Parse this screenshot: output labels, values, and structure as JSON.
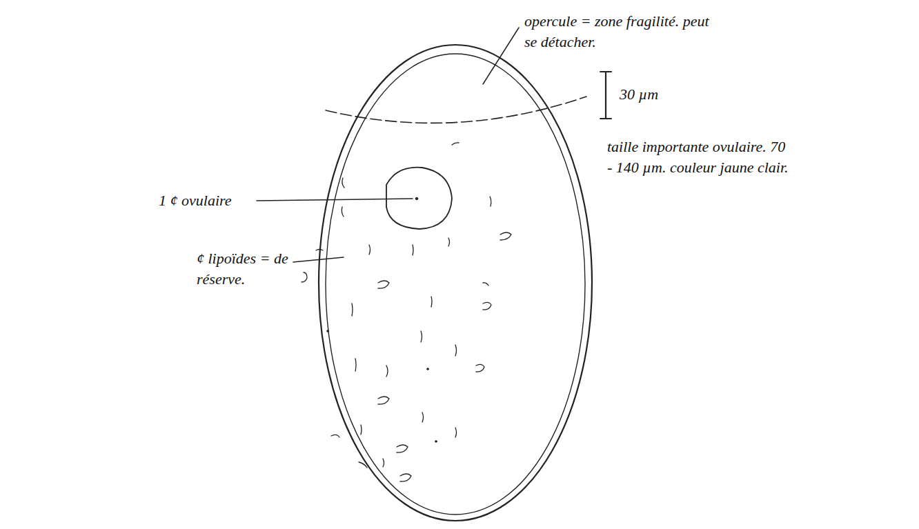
{
  "diagram": {
    "labels": [
      "opercule = zone fragilité. peut se détacher.",
      "1 ¢ ovulaire",
      "¢ lipoïdes = de réserve.",
      "30 µm",
      "taille importante ovulaire. 70 - 140 µm. couleur jaune clair."
    ]
  }
}
